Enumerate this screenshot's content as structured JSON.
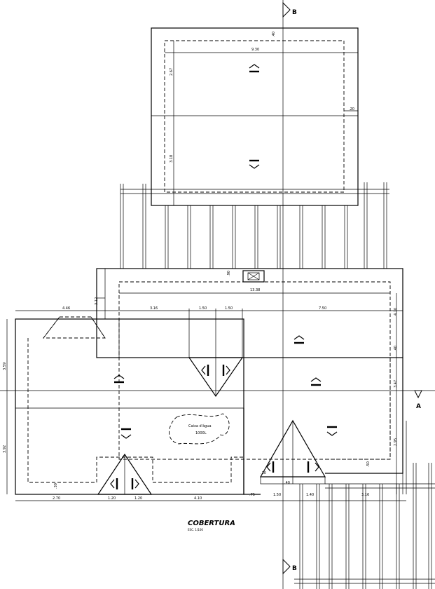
{
  "drawing": {
    "title": "COBERTURA",
    "scale": "ESC. 1/100",
    "tank_label": "Caixa d'água",
    "tank_capacity": "1000L",
    "section_b": "B",
    "section_a": "A"
  },
  "dimensions": {
    "top_40": ".40",
    "top_930": "9.30",
    "top_267": "2.67",
    "top_318": "3.18",
    "top_20": ".20",
    "mid_90": ".90",
    "mid_1338": "13.38",
    "left_312": "3.12",
    "left_446": "4.46",
    "seg_316": "3.16",
    "seg_150a": "1.50",
    "seg_150b": "1.50",
    "seg_750": "7.50",
    "right_470": "4.70",
    "right_40": ".40",
    "right_347": "3.47",
    "right_295": "2.95",
    "right_50": ".50",
    "left_359": "3.59",
    "left_392": "3.92",
    "small_30": ".30",
    "small_30b": ".30",
    "small_40": ".40",
    "bot_270": "2.70",
    "bot_120a": "1.20",
    "bot_120b": "1.20",
    "bot_410": "4.10",
    "bot_75": ".75",
    "bot_150": "1.50",
    "bot_140": "1.40",
    "bot_316": "3.16"
  }
}
